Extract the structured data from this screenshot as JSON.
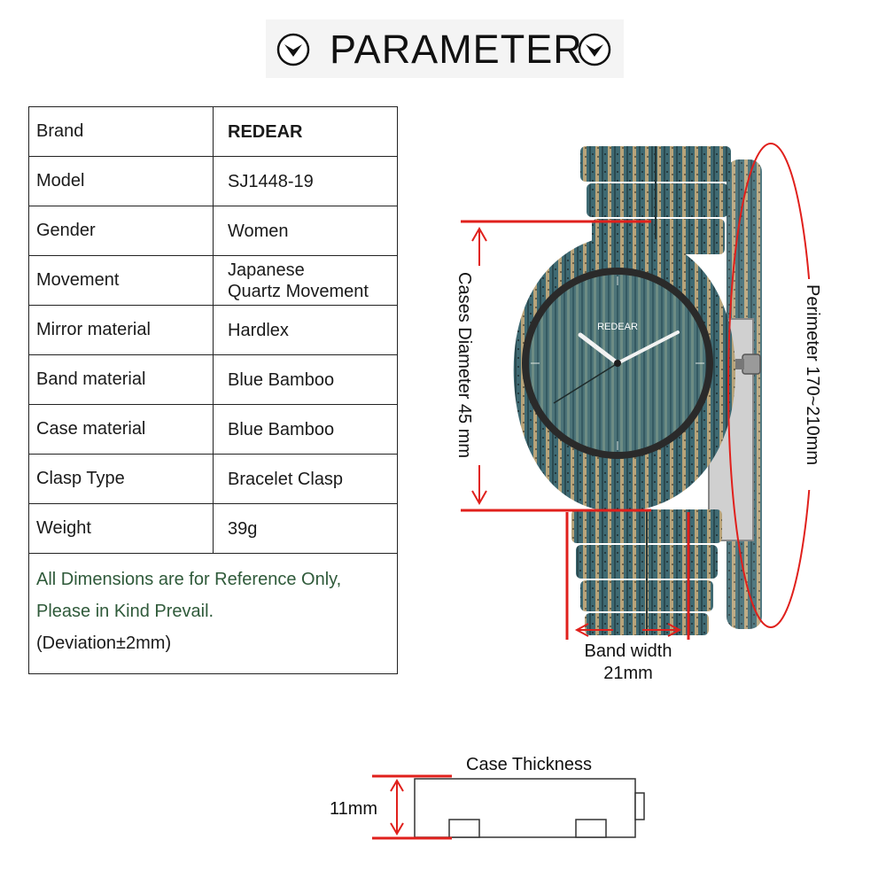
{
  "header": {
    "title": "PARAMETER",
    "left_icon": "chevron-down-circle-icon",
    "right_icon": "chevron-down-circle-icon"
  },
  "specs": [
    {
      "label": "Brand",
      "value": "REDEAR"
    },
    {
      "label": "Model",
      "value": "SJ1448-19"
    },
    {
      "label": "Gender",
      "value": "Women"
    },
    {
      "label": "Movement",
      "value": "Japanese Quartz Movement"
    },
    {
      "label": "Mirror material",
      "value": "Hardlex"
    },
    {
      "label": "Band material",
      "value": "Blue Bamboo"
    },
    {
      "label": "Case material",
      "value": "Blue Bamboo"
    },
    {
      "label": "Clasp Type",
      "value": "Bracelet Clasp"
    },
    {
      "label": "Weight",
      "value": "39g"
    }
  ],
  "movement_lines": [
    "Japanese",
    "Quartz Movement"
  ],
  "note": {
    "line1": "All Dimensions are for Reference Only,",
    "line2": "Please in Kind Prevail.",
    "line3": "(Deviation±2mm)"
  },
  "dimensions": {
    "case_diameter": "Cases Diameter 45 mm",
    "perimeter": "Perimeter 170~210mm",
    "band_width_line1": "Band width",
    "band_width_line2": "21mm",
    "case_thickness": "Case Thickness",
    "thickness_value": "11mm"
  },
  "watch": {
    "dial_brand": "REDEAR"
  },
  "colors": {
    "accent_red": "#e0201c",
    "note_green": "#2f5a3a",
    "bamboo_blue": "#3f6a73",
    "bamboo_tan": "#b8a47a"
  }
}
